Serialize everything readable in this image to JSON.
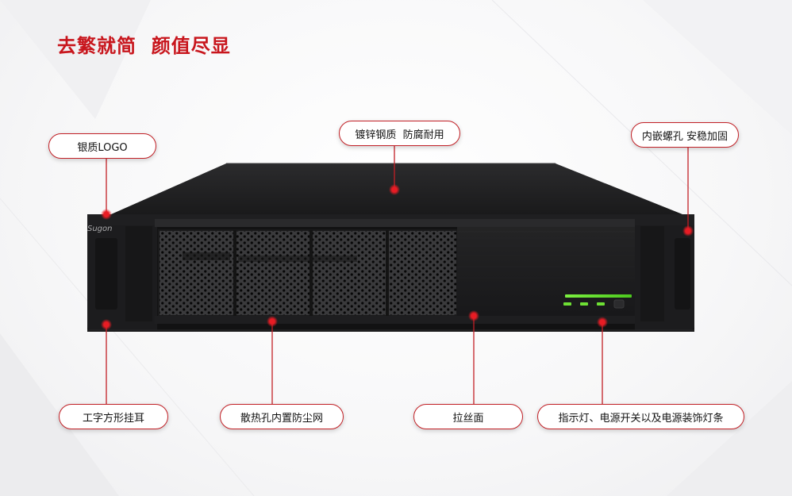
{
  "title": "去繁就简  颜值尽显",
  "brand_logo_text": "Sugon",
  "callouts": [
    {
      "id": "silver-logo",
      "label": "银质LOGO"
    },
    {
      "id": "galvanized-steel",
      "label": "镀锌钢质  防腐耐用"
    },
    {
      "id": "embedded-screw",
      "label": "内嵌螺孔 安稳加固"
    },
    {
      "id": "i-beam-ear",
      "label": "工字方形挂耳"
    },
    {
      "id": "dust-filter",
      "label": "散热孔内置防尘网"
    },
    {
      "id": "brushed-panel",
      "label": "拉丝面"
    },
    {
      "id": "indicator-lights",
      "label": "指示灯、电源开关以及电源装饰灯条"
    }
  ],
  "colors": {
    "accent": "#c8161d",
    "pill_border": "#c22026",
    "led": "#5cd82a"
  }
}
